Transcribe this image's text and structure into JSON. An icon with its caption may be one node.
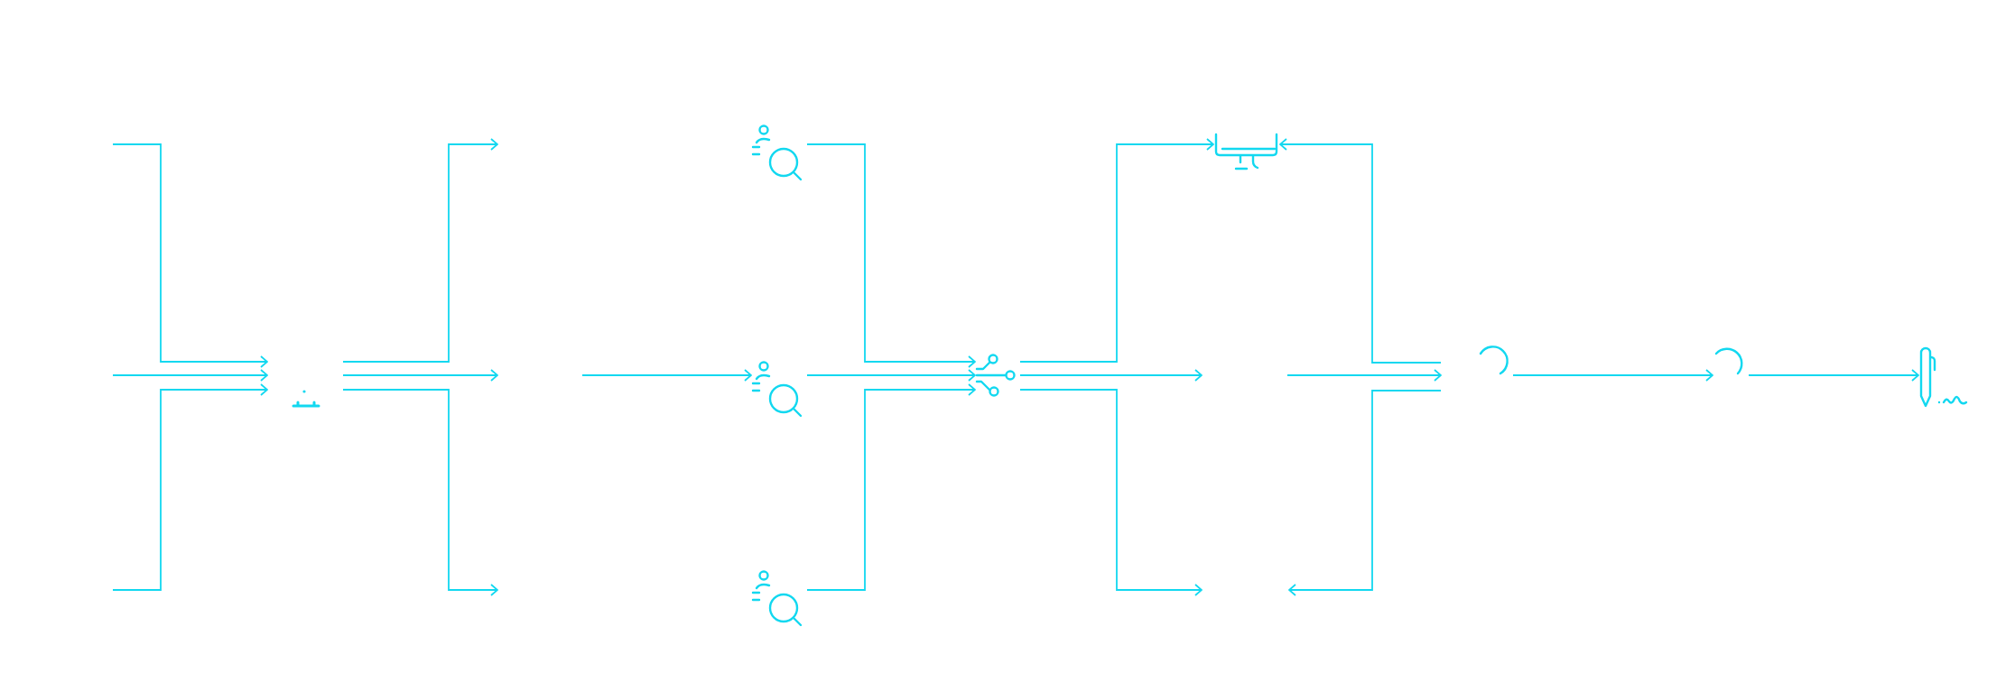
{
  "diagram": {
    "nodes": [
      {
        "text": [],
        "shape": "picture"
      },
      {
        "text": [],
        "shape": "picture"
      },
      {
        "text": [],
        "shape": "picture"
      },
      {
        "text": [],
        "shape": "picture"
      },
      {
        "text": [],
        "shape": "picture"
      },
      {
        "text": [],
        "shape": "picture"
      },
      {
        "text": [],
        "shape": "picture"
      },
      {
        "text": [],
        "shape": "picture"
      },
      {
        "text": [],
        "shape": "picture"
      }
    ],
    "edges": [
      {
        "from": null,
        "to": 0,
        "arrow": "to"
      },
      {
        "from": null,
        "to": 0,
        "arrow": "to"
      },
      {
        "from": null,
        "to": 0,
        "arrow": "to"
      },
      {
        "from": 0,
        "to": null,
        "arrow": "to"
      },
      {
        "from": 0,
        "to": null,
        "arrow": "to"
      },
      {
        "from": 0,
        "to": null,
        "arrow": "to"
      },
      {
        "from": null,
        "to": 2,
        "arrow": "to"
      },
      {
        "from": 1,
        "to": 4,
        "arrow": "to"
      },
      {
        "from": 2,
        "to": 4,
        "arrow": "to"
      },
      {
        "from": 3,
        "to": 4,
        "arrow": "to"
      },
      {
        "from": 4,
        "to": 5,
        "arrow": "to"
      },
      {
        "from": 4,
        "to": null,
        "arrow": "to"
      },
      {
        "from": 4,
        "to": null,
        "arrow": "to"
      },
      {
        "from": 6,
        "to": 5,
        "arrow": "to"
      },
      {
        "from": null,
        "to": 6,
        "arrow": "to"
      },
      {
        "from": 6,
        "to": null,
        "arrow": "to"
      },
      {
        "from": 6,
        "to": 7,
        "arrow": "to"
      },
      {
        "from": 7,
        "to": 8,
        "arrow": "to"
      }
    ]
  }
}
